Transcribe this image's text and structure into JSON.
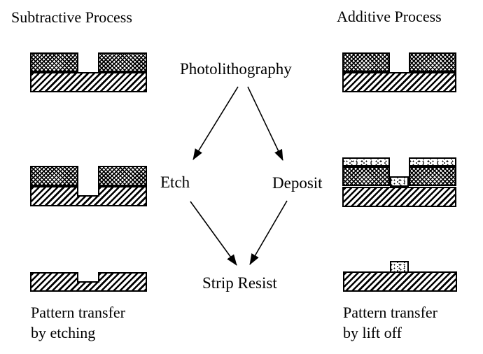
{
  "page": {
    "background_color": "#ffffff",
    "ink_color": "#000000"
  },
  "columns": {
    "left": {
      "title": "Subtractive Process",
      "caption": [
        "Pattern transfer",
        "by etching"
      ]
    },
    "right": {
      "title": "Additive Process",
      "caption": [
        "Pattern transfer",
        "by lift off"
      ]
    }
  },
  "flow": {
    "root": "Photolithography",
    "left_branch": "Etch",
    "right_branch": "Deposit",
    "merge": "Strip Resist"
  },
  "textures": {
    "resist": "crosshatch",
    "substrate_film": "diagonal-hatch",
    "deposit": "stipple-dots"
  }
}
